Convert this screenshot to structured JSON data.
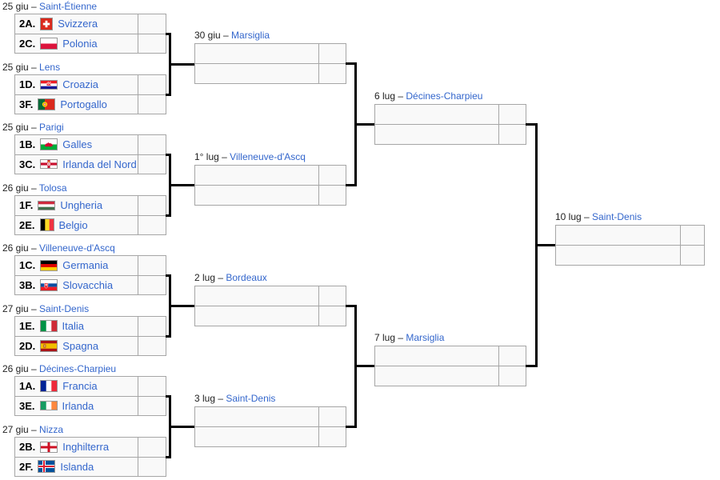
{
  "colors": {
    "link_blue": "#3366cc",
    "date_text": "#222222",
    "box_background": "#f9f9f9",
    "box_border": "#a6a6a6",
    "connector": "#000000",
    "page_background": "#ffffff"
  },
  "bracket": {
    "round_of_16": [
      {
        "date": "25 giu –",
        "venue": "Saint-Étienne",
        "teams": [
          {
            "code": "2A.",
            "name": "Svizzera",
            "flag": "flag-svizzera",
            "score": ""
          },
          {
            "code": "2C.",
            "name": "Polonia",
            "flag": "flag-polonia",
            "score": ""
          }
        ]
      },
      {
        "date": "25 giu –",
        "venue": "Lens",
        "teams": [
          {
            "code": "1D.",
            "name": "Croazia",
            "flag": "flag-croazia",
            "score": ""
          },
          {
            "code": "3F.",
            "name": "Portogallo",
            "flag": "flag-portogallo",
            "score": ""
          }
        ]
      },
      {
        "date": "25 giu –",
        "venue": "Parigi",
        "teams": [
          {
            "code": "1B.",
            "name": "Galles",
            "flag": "flag-galles",
            "score": ""
          },
          {
            "code": "3C.",
            "name": "Irlanda del Nord",
            "flag": "flag-irlanda-del-nord",
            "score": ""
          }
        ]
      },
      {
        "date": "26 giu –",
        "venue": "Tolosa",
        "teams": [
          {
            "code": "1F.",
            "name": "Ungheria",
            "flag": "flag-ungheria",
            "score": ""
          },
          {
            "code": "2E.",
            "name": "Belgio",
            "flag": "flag-belgio",
            "score": ""
          }
        ]
      },
      {
        "date": "26 giu –",
        "venue": "Villeneuve-d'Ascq",
        "teams": [
          {
            "code": "1C.",
            "name": "Germania",
            "flag": "flag-germania",
            "score": ""
          },
          {
            "code": "3B.",
            "name": "Slovacchia",
            "flag": "flag-slovacchia",
            "score": ""
          }
        ]
      },
      {
        "date": "27 giu –",
        "venue": "Saint-Denis",
        "teams": [
          {
            "code": "1E.",
            "name": "Italia",
            "flag": "flag-italia",
            "score": ""
          },
          {
            "code": "2D.",
            "name": "Spagna",
            "flag": "flag-spagna",
            "score": ""
          }
        ]
      },
      {
        "date": "26 giu –",
        "venue": "Décines-Charpieu",
        "teams": [
          {
            "code": "1A.",
            "name": "Francia",
            "flag": "flag-francia",
            "score": ""
          },
          {
            "code": "3E.",
            "name": "Irlanda",
            "flag": "flag-irlanda",
            "score": ""
          }
        ]
      },
      {
        "date": "27 giu –",
        "venue": "Nizza",
        "teams": [
          {
            "code": "2B.",
            "name": "Inghilterra",
            "flag": "flag-inghilterra",
            "score": ""
          },
          {
            "code": "2F.",
            "name": "Islanda",
            "flag": "flag-islanda",
            "score": ""
          }
        ]
      }
    ],
    "quarterfinals": [
      {
        "date": "30 giu –",
        "venue": "Marsiglia"
      },
      {
        "date": "1° lug –",
        "venue": "Villeneuve-d'Ascq"
      },
      {
        "date": "2 lug –",
        "venue": "Bordeaux"
      },
      {
        "date": "3 lug –",
        "venue": "Saint-Denis"
      }
    ],
    "semifinals": [
      {
        "date": "6 lug –",
        "venue": "Décines-Charpieu"
      },
      {
        "date": "7 lug –",
        "venue": "Marsiglia"
      }
    ],
    "final": {
      "date": "10 lug –",
      "venue": "Saint-Denis"
    }
  }
}
